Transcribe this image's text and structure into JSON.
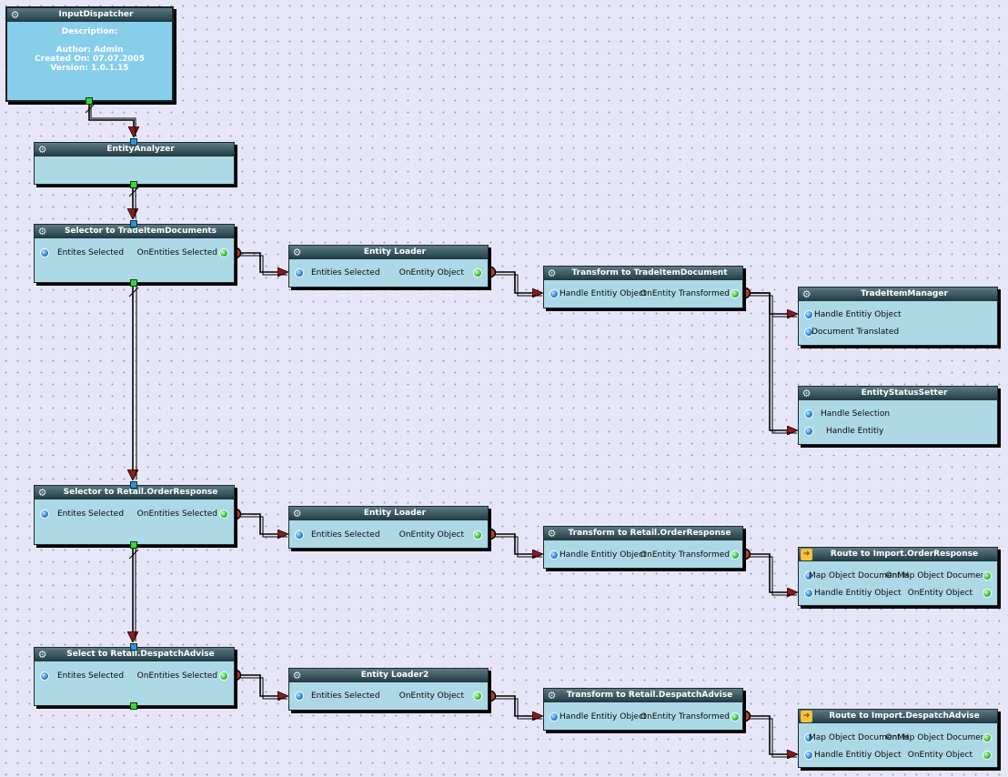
{
  "input_dispatcher": {
    "title": "InputDispatcher",
    "description": "Description:",
    "author": "Author:  Admin",
    "created": "Created On:  07.07.2005",
    "version": "Version:  1.0.1.15"
  },
  "entity_analyzer": {
    "title": "EntityAnalyzer"
  },
  "selector_trade": {
    "title": "Selector to TradeItemDocuments",
    "in_label": "Entites Selected",
    "out_label": "OnEntities Selected"
  },
  "loader_1": {
    "title": "Entity Loader",
    "in_label": "Entities Selected",
    "out_label": "OnEntity Object"
  },
  "transform_trade": {
    "title": "Transform to TradeItemDocument",
    "in_label": "Handle Entitiy Object",
    "out_label": "OnEntity Transformed"
  },
  "trade_item_manager": {
    "title": "TradeItemManager",
    "in_label_1": "Handle Entitiy Object",
    "in_label_2": "Document Translated"
  },
  "entity_status_setter": {
    "title": "EntityStatusSetter",
    "in_label_1": "Handle Selection",
    "in_label_2": "Handle Entitiy"
  },
  "selector_order": {
    "title": "Selector to Retail.OrderResponse",
    "in_label": "Entites Selected",
    "out_label": "OnEntities Selected"
  },
  "loader_2": {
    "title": "Entity Loader",
    "in_label": "Entities Selected",
    "out_label": "OnEntity Object"
  },
  "transform_order": {
    "title": "Transform to Retail.OrderResponse",
    "in_label": "Handle Entitiy Object",
    "out_label": "OnEntity Transformed"
  },
  "route_order": {
    "title": "Route to Import.OrderResponse",
    "in_label_1": "Map Object Document H",
    "out_label_1": "OnMap Object Document",
    "in_label_2": "Handle Entitiy Object",
    "out_label_2": "OnEntity Object"
  },
  "selector_despatch": {
    "title": "Select to Retail.DespatchAdvise",
    "in_label": "Entites Selected",
    "out_label": "OnEntities Selected"
  },
  "loader_3": {
    "title": "Entity Loader2",
    "in_label": "Entities Selected",
    "out_label": "OnEntity Object"
  },
  "transform_despatch": {
    "title": "Transform to Retail.DespatchAdvise",
    "in_label": "Handle Entitiy Object",
    "out_label": "OnEntity Transformed"
  },
  "route_despatch": {
    "title": "Route to Import.DespatchAdvise",
    "in_label_1": "Map Object Document H",
    "out_label_1": "OnMap Object Document",
    "in_label_2": "Handle Entitiy Object",
    "out_label_2": "OnEntity Object"
  },
  "icons": {
    "gear": "gear-icon",
    "loader": "loader-icon",
    "document": "document-icon"
  },
  "colors": {
    "canvas": "#e6e6f8",
    "node_body": "#add8e6",
    "dispatcher_body": "#87ceeb",
    "header": "#1f3a42",
    "output_pin": "#c0392b",
    "arrow": "#8b1a1a"
  }
}
